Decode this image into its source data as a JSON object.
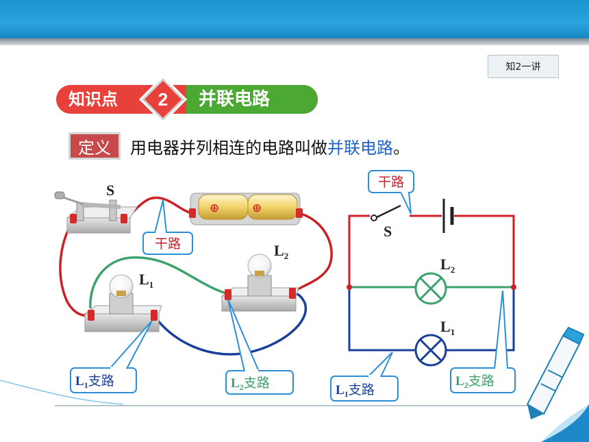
{
  "header": {
    "lecture_tag": "知2一讲"
  },
  "heading": {
    "prefix": "知识点",
    "number": "2",
    "title": "并联电路"
  },
  "definition": {
    "badge": "定义",
    "text_before": "用电器并列相连的电路叫做",
    "highlight": "并联电路",
    "text_after": "。"
  },
  "physical_circuit": {
    "switch_label": "S",
    "lamp1_label_letter": "L",
    "lamp1_label_sub": "1",
    "lamp2_label_letter": "L",
    "lamp2_label_sub": "2",
    "main_path_label": "干路",
    "branch1_label_letter": "L",
    "branch1_label_sub": "1",
    "branch1_label_text": "支路",
    "branch2_label_letter": "L",
    "branch2_label_sub": "2",
    "branch2_label_text": "支路",
    "battery_plus_symbol": "⊕"
  },
  "schematic": {
    "main_path_label": "干路",
    "switch_label": "S",
    "lamp2_label_letter": "L",
    "lamp2_label_sub": "2",
    "lamp1_label_letter": "L",
    "lamp1_label_sub": "1",
    "branch1_label_letter": "L",
    "branch1_label_sub": "1",
    "branch1_label_text": "支路",
    "branch2_label_letter": "L",
    "branch2_label_sub": "2",
    "branch2_label_text": "支路"
  },
  "colors": {
    "main_path": "#cc2028",
    "branch1": "#1a3f9a",
    "branch2": "#3aa26a",
    "callout": "#2b8fd8",
    "heading_red": "#e8413c",
    "heading_green": "#4aa833"
  }
}
